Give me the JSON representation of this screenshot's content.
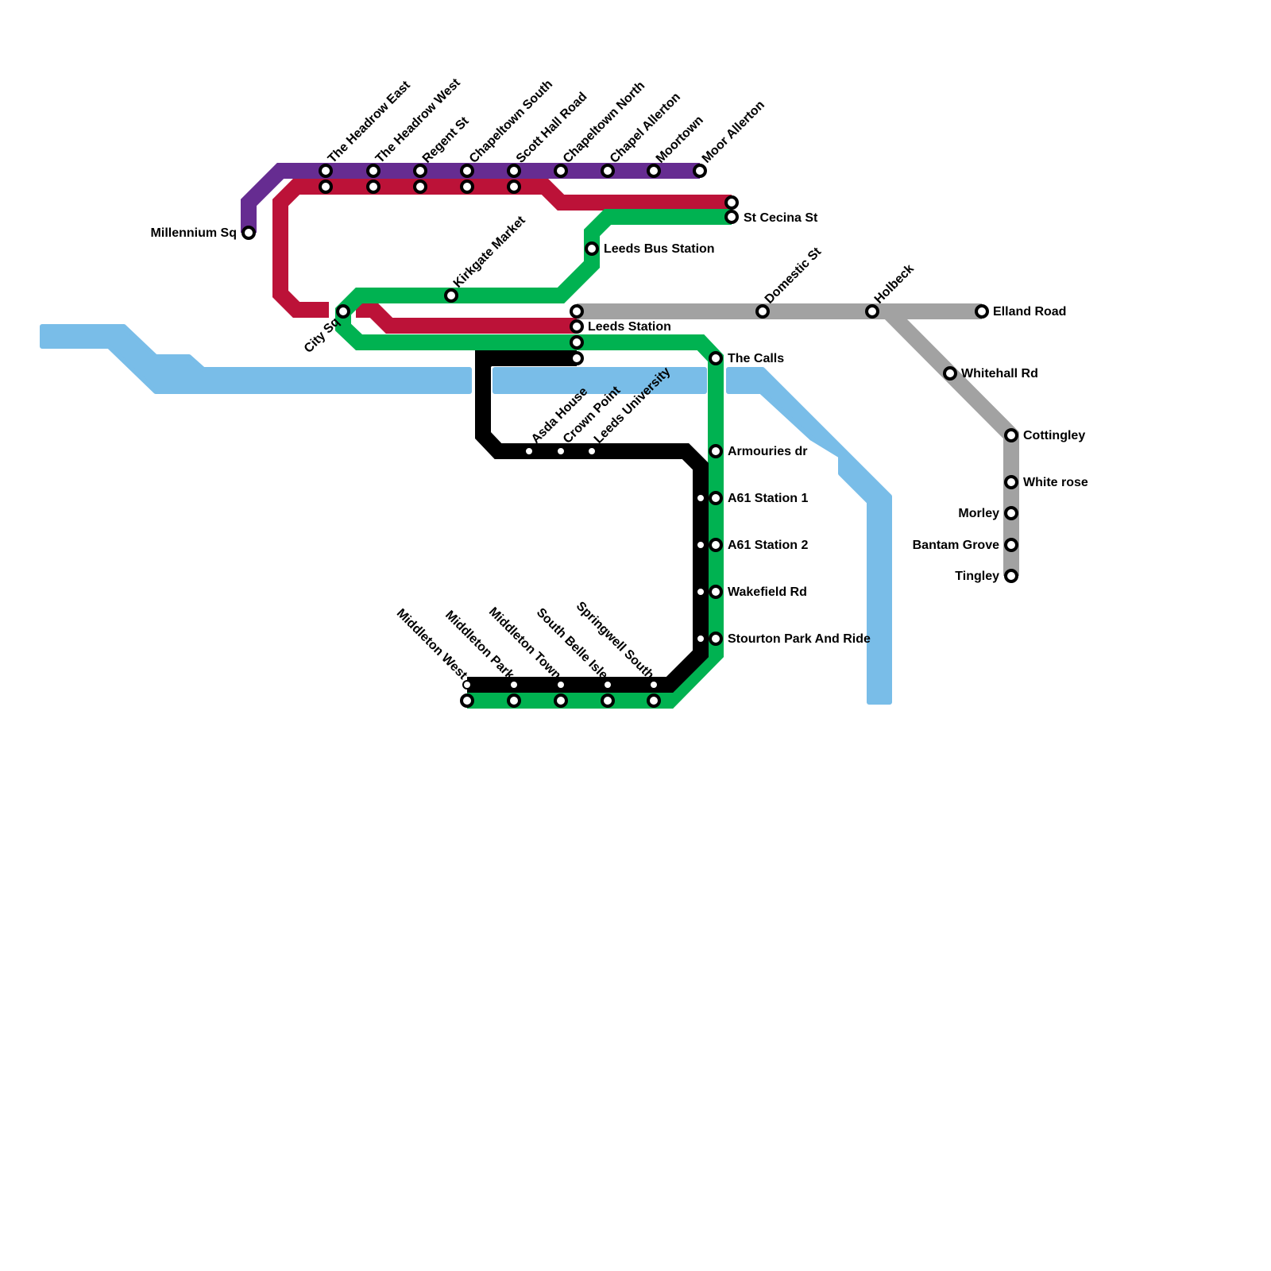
{
  "colors": {
    "purple_line": "#662c91",
    "red_line": "#bc1238",
    "green_line": "#00b251",
    "black_line": "#000000",
    "grey_line": "#a2a2a2",
    "river": "#79bde8"
  },
  "stations": {
    "millennium_sq": "Millennium Sq",
    "headrow_east": "The Headrow East",
    "headrow_west": "The Headrow West",
    "regent_st": "Regent St",
    "chapeltown_south": "Chapeltown South",
    "scott_hall_road": "Scott Hall Road",
    "chapeltown_north": "Chapeltown North",
    "chapel_allerton": "Chapel Allerton",
    "moortown": "Moortown",
    "moor_allerton": "Moor Allerton",
    "st_cecina_st": "St Cecina St",
    "leeds_bus_station": "Leeds Bus Station",
    "kirkgate_market": "Kirkgate Market",
    "city_sq": "City Sq",
    "leeds_station": "Leeds Station",
    "domestic_st": "Domestic St",
    "holbeck": "Holbeck",
    "elland_road": "Elland Road",
    "whitehall_rd": "Whitehall Rd",
    "cottingley": "Cottingley",
    "white_rose": "White rose",
    "morley": "Morley",
    "bantam_grove": "Bantam Grove",
    "tingley": "Tingley",
    "the_calls": "The Calls",
    "armouries_dr": "Armouries dr",
    "a61_station_1": "A61 Station 1",
    "a61_station_2": "A61 Station 2",
    "wakefield_rd": "Wakefield Rd",
    "stourton": "Stourton Park And Ride",
    "asda_house": "Asda House",
    "crown_point": "Crown Point",
    "leeds_university": "Leeds University",
    "middleton_west": "Middleton West",
    "middleton_park": "Middleton Park",
    "middleton_town": "Middleton Town",
    "south_belle_isle": "South Belle Isle",
    "springwell_south": "Springwell South"
  }
}
